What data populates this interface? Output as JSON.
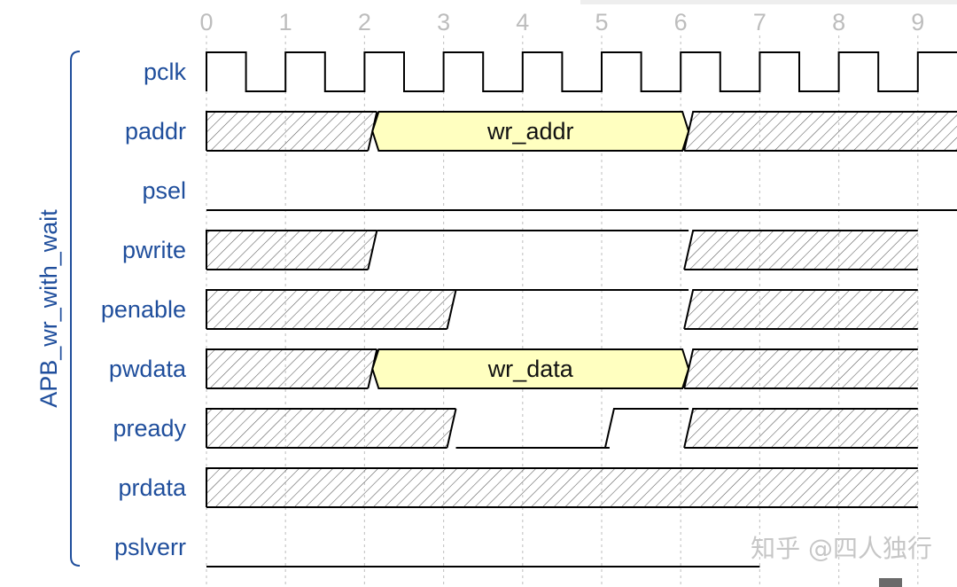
{
  "diagram": {
    "group_label": "APB_wr_with_wait",
    "cycle_labels": [
      "0",
      "1",
      "2",
      "3",
      "4",
      "5",
      "6",
      "7",
      "8",
      "9"
    ],
    "signals": [
      {
        "name": "pclk",
        "wave": [
          {
            "t": "clock",
            "from": 0,
            "to": 9.5
          }
        ]
      },
      {
        "name": "paddr",
        "wave": [
          {
            "t": "x",
            "from": 0,
            "to": 2.1
          },
          {
            "t": "data",
            "from": 2.1,
            "to": 6.1,
            "label": "wr_addr"
          },
          {
            "t": "x",
            "from": 6.1,
            "to": 9.5
          }
        ]
      },
      {
        "name": "psel",
        "wave": [
          {
            "t": "low",
            "from": 0,
            "to": 9.5
          }
        ]
      },
      {
        "name": "pwrite",
        "wave": [
          {
            "t": "x",
            "from": 0,
            "to": 2.1
          },
          {
            "t": "high",
            "from": 2.1,
            "to": 6.1
          },
          {
            "t": "x",
            "from": 6.1,
            "to": 9
          }
        ]
      },
      {
        "name": "penable",
        "wave": [
          {
            "t": "x",
            "from": 0,
            "to": 3.1
          },
          {
            "t": "high",
            "from": 3.1,
            "to": 6.1
          },
          {
            "t": "x",
            "from": 6.1,
            "to": 9
          }
        ]
      },
      {
        "name": "pwdata",
        "wave": [
          {
            "t": "x",
            "from": 0,
            "to": 2.1
          },
          {
            "t": "data",
            "from": 2.1,
            "to": 6.1,
            "label": "wr_data"
          },
          {
            "t": "x",
            "from": 6.1,
            "to": 9
          }
        ]
      },
      {
        "name": "pready",
        "wave": [
          {
            "t": "x",
            "from": 0,
            "to": 3.1
          },
          {
            "t": "low",
            "from": 3.1,
            "to": 5.1
          },
          {
            "t": "high",
            "from": 5.1,
            "to": 6.1
          },
          {
            "t": "x",
            "from": 6.1,
            "to": 9
          }
        ]
      },
      {
        "name": "prdata",
        "wave": [
          {
            "t": "x",
            "from": 0,
            "to": 9
          }
        ]
      },
      {
        "name": "pslverr",
        "wave": [
          {
            "t": "low",
            "from": 0,
            "to": 7
          }
        ]
      }
    ]
  },
  "watermark": "知乎 @四人独行",
  "colors": {
    "signal_name": "#1f4e9c",
    "group_label": "#1f4e9c",
    "data_fill": "#ffffc0",
    "cycle_label": "#bdbdbd",
    "grid": "#c8c8c8",
    "watermark": "#c6c6c6"
  }
}
